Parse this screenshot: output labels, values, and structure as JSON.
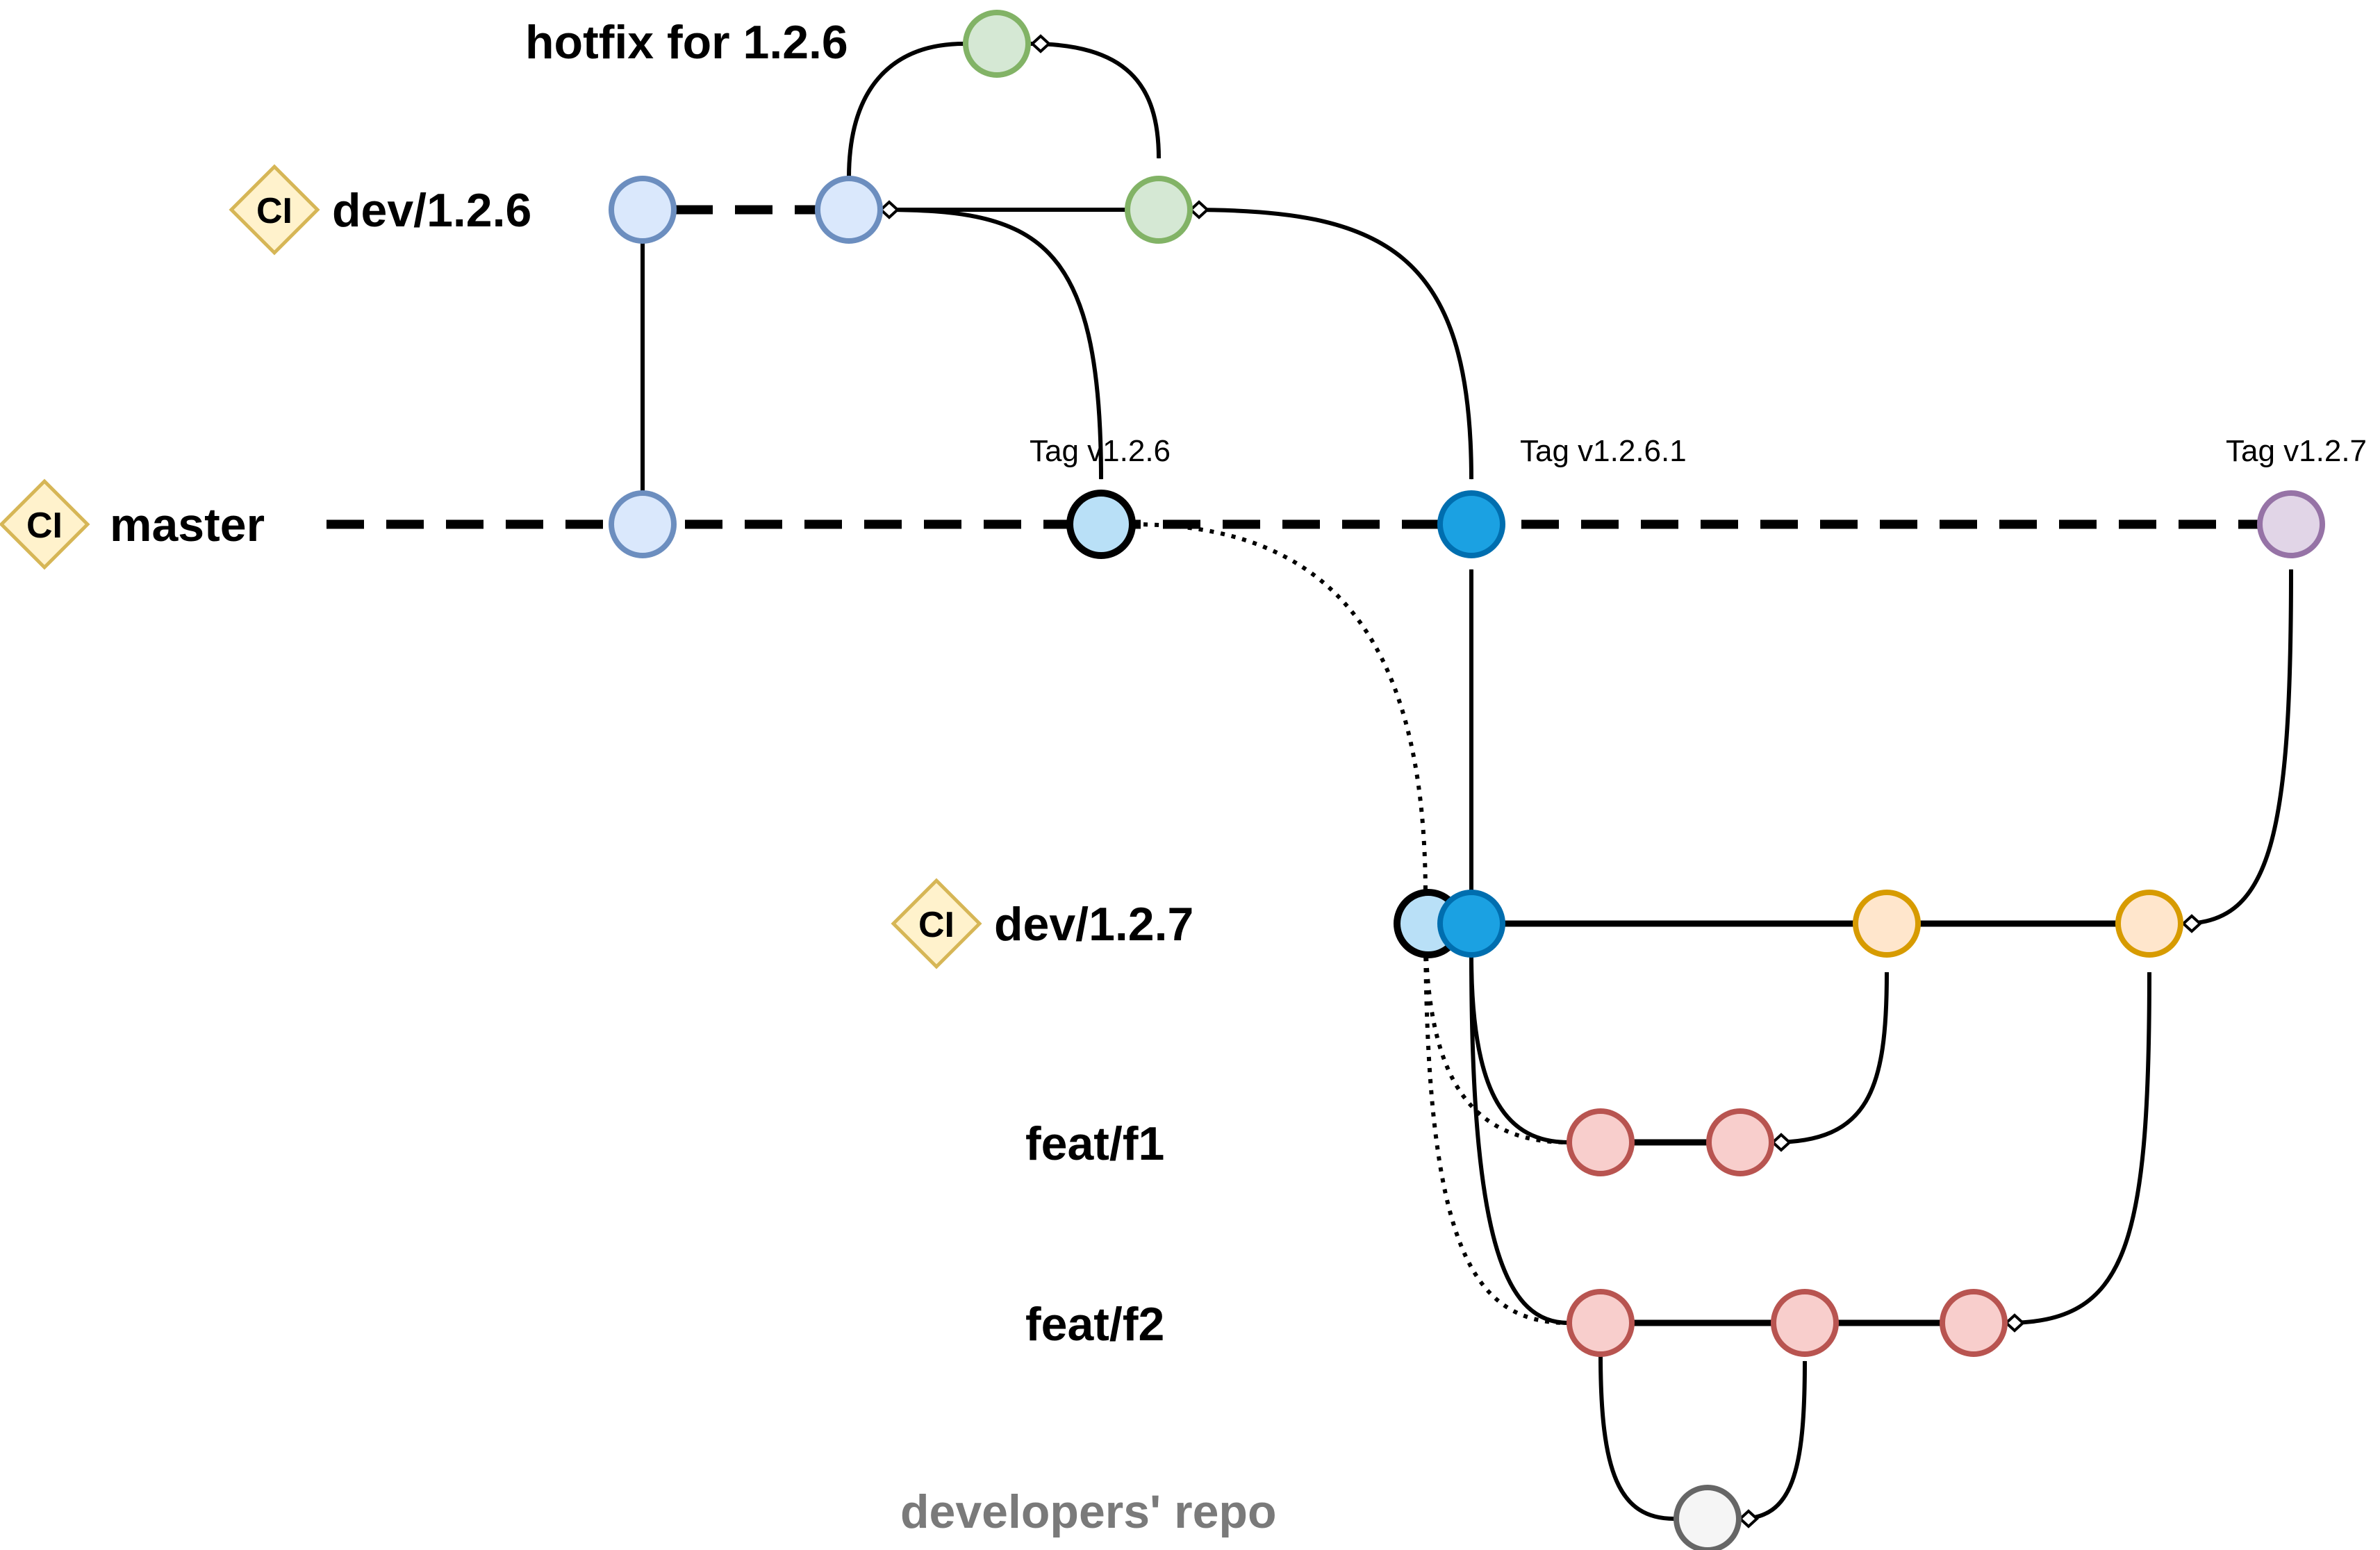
{
  "branches": {
    "hotfix": "hotfix for 1.2.6",
    "dev126": "dev/1.2.6",
    "master": "master",
    "dev127": "dev/1.2.7",
    "feat_f1": "feat/f1",
    "feat_f2": "feat/f2",
    "developers_repo": "developers' repo"
  },
  "badges": {
    "ci": "CI"
  },
  "tags": {
    "t126": "Tag v1.2.6",
    "t1261": "Tag v1.2.6.1",
    "t127": "Tag v1.2.7"
  },
  "colors": {
    "blue_fill": "#dae8fc",
    "blue_stroke": "#6c8ebf",
    "green_fill": "#d5e8d4",
    "green_stroke": "#82b366",
    "red_fill": "#f8cecc",
    "red_stroke": "#b85450",
    "orange_fill": "#ffe6cc",
    "orange_stroke": "#d79b00",
    "purple_fill": "#e1d5e7",
    "purple_stroke": "#9673a6",
    "gray_fill": "#f5f5f5",
    "gray_stroke": "#666666",
    "lightblue_fill": "#b9e0f7",
    "deepblue_fill": "#1ba1e2",
    "deepblue_stroke": "#006eaf",
    "ci_fill": "#fff2cc",
    "ci_stroke": "#d6b656"
  }
}
